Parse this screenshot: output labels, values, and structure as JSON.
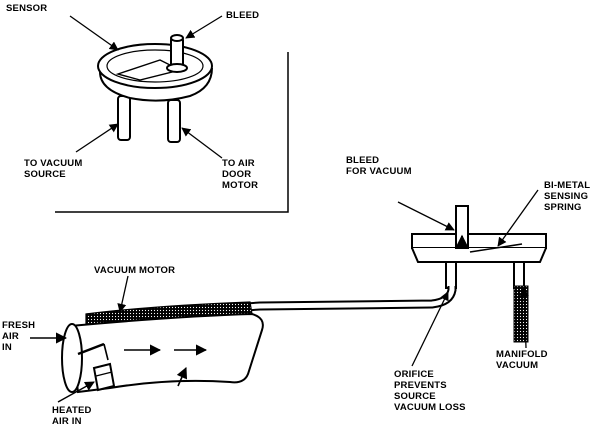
{
  "inset": {
    "labels": {
      "sensor": "SENSOR",
      "bleed": "BLEED",
      "to_vacuum_source": "TO VACUUM\nSOURCE",
      "to_air_door_motor": "TO AIR\nDOOR\nMOTOR"
    }
  },
  "main": {
    "labels": {
      "bleed_for_vacuum": "BLEED\nFOR VACUUM",
      "bi_metal_sensing_spring": "BI-METAL\nSENSING\nSPRING",
      "vacuum_motor": "VACUUM MOTOR",
      "fresh_air_in": "FRESH\nAIR\nIN",
      "heated_air_in": "HEATED\nAIR IN",
      "manifold_vacuum": "MANIFOLD\nVACUUM",
      "orifice_prevents": "ORIFICE\nPREVENTS\nSOURCE\nVACUUM LOSS"
    }
  },
  "colors": {
    "ink": "#000000",
    "paper": "#ffffff"
  }
}
